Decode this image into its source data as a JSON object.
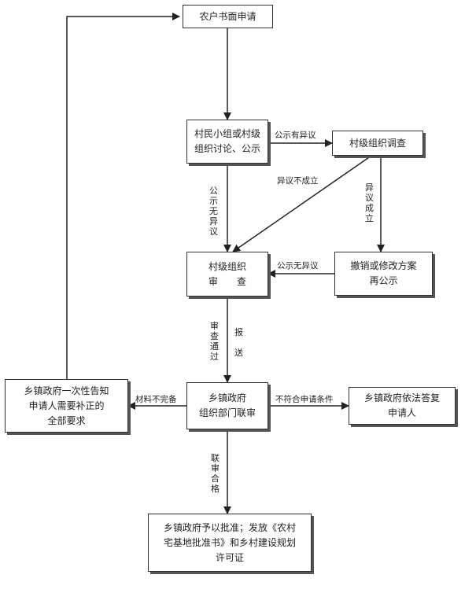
{
  "nodes": {
    "apply": "农户书面申请",
    "discuss": "村民小组或村级\n组织讨论、公示",
    "investigate": "村级组织调查",
    "review": "村级组织\n审　　查",
    "revoke": "撤销或修改方案\n再公示",
    "joint": "乡镇政府\n组织部门联审",
    "notify": "乡镇政府一次性告知\n申请人需要补正的\n全部要求",
    "reply": "乡镇政府依法答复\n申请人",
    "approve": "乡镇政府予以批准；发放《农村\n宅基地批准书》和乡村建设规划\n许可证"
  },
  "edges": {
    "objection": "公示有异议",
    "objection_invalid": "异议不成立",
    "objection_valid": "异议成立",
    "no_objection_left": "公示无异议",
    "no_objection_right": "公示无异议",
    "review_pass": "审查通过",
    "report": "报送",
    "incomplete": "材料不完备",
    "not_qualified": "不符合申请条件",
    "joint_pass": "联审合格"
  }
}
